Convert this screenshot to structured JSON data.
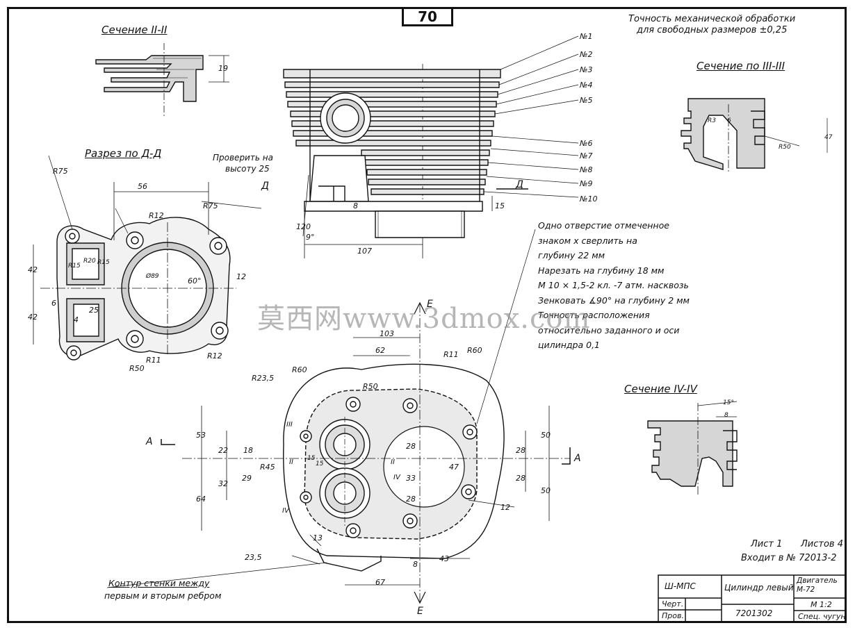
{
  "sheet_number": "70",
  "tolerance_note": {
    "line1": "Точность механической обработки",
    "line2": "для свободных размеров ±0,25"
  },
  "section_2": {
    "title": "Сечение II-II",
    "dim": "19"
  },
  "section_3": {
    "title": "Сечение по III-III",
    "r3": "R3",
    "r50": "R50",
    "d6": "6",
    "d47": "47"
  },
  "section_4": {
    "title": "Сечение IV-IV",
    "angle": "15°",
    "d8": "8"
  },
  "section_dd": {
    "title": "Разрез по Д-Д",
    "dims": [
      "R75",
      "56",
      "R12",
      "R75",
      "42",
      "42",
      "R15",
      "R20",
      "R15",
      "6",
      "4",
      "25",
      "Ø89",
      "60°",
      "12",
      "R11",
      "R50",
      "R12"
    ]
  },
  "check_note": {
    "line1": "Проверить на",
    "line2": "высоту 25"
  },
  "side_view": {
    "fin_labels": [
      "№1",
      "№2",
      "№3",
      "№4",
      "№5",
      "№6",
      "№7",
      "№8",
      "№9",
      "№10"
    ],
    "cut_mark": "Д",
    "dims": [
      "107",
      "8",
      "15",
      "9°",
      "120"
    ]
  },
  "drilling_note": {
    "lines": [
      "Одно отверстие отмеченное",
      "знаком  х  сверлить на",
      "глубину 22 мм",
      "Нарезать на глубину 18 мм",
      "М 10 × 1,5-2 кл. -7 атм. насквозь",
      "Зенковать ∡90° на глубину 2 мм",
      "Точность расположения",
      "относительно заданного и оси",
      "цилиндра 0,1"
    ]
  },
  "plan_view": {
    "arrow_a": "А",
    "arrow_e": "Е",
    "dims": [
      "103",
      "62",
      "R11",
      "R60",
      "R23,5",
      "R60",
      "R50",
      "53",
      "22",
      "18",
      "R45",
      "15",
      "15",
      "32",
      "29",
      "64",
      "28",
      "33",
      "28",
      "47",
      "50",
      "28",
      "28",
      "50",
      "12",
      "13",
      "23,5",
      "8",
      "43",
      "67"
    ],
    "roman": [
      "III",
      "II",
      "II",
      "IV",
      "IV"
    ]
  },
  "contour_note": {
    "line1": "Контур стенки между",
    "line2": "первым и вторым ребром"
  },
  "sheet_info": {
    "sheet": "Лист 1",
    "sheets": "Листов 4",
    "part_of": "Входит в № 72013-2"
  },
  "watermark": "莫西网www.3dmox.com",
  "title_block": {
    "org": "Ш-МПС",
    "part_name": "Цилиндр левый",
    "assembly": "Двигатель М-72",
    "drawn": "Черт.",
    "checked": "Пров.",
    "part_number": "7201302",
    "scale": "М 1:2",
    "material": "Спец. чугун"
  }
}
